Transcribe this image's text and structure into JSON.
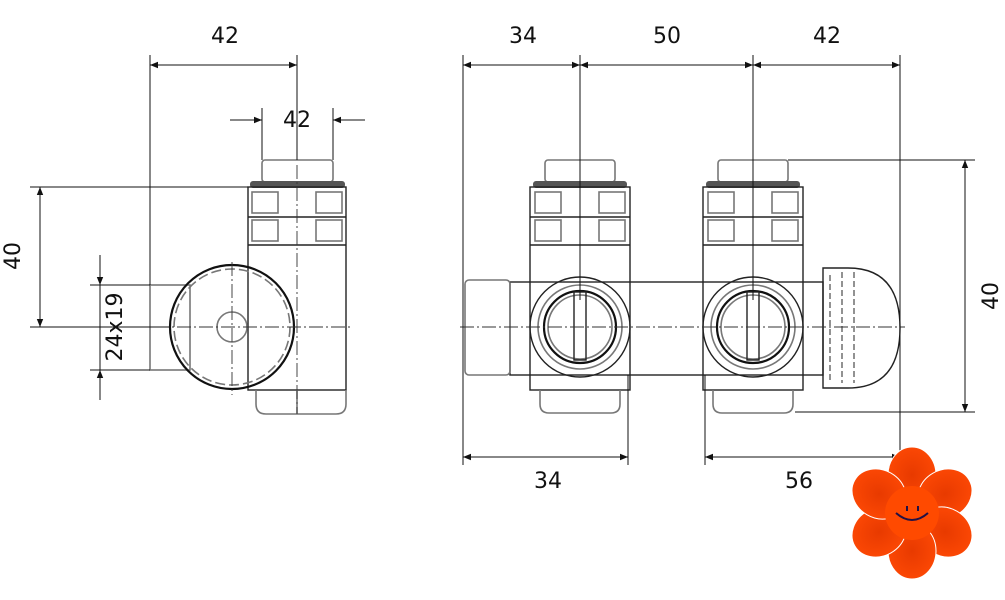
{
  "drawing": {
    "side_view": {
      "dim_top_width": "42",
      "dim_nut_width": "42",
      "dim_height": "40",
      "dim_thread": "24x19"
    },
    "front_view": {
      "dim_top_left": "34",
      "dim_top_center": "50",
      "dim_top_right": "42",
      "dim_right_height": "40",
      "dim_bottom_left": "34",
      "dim_bottom_right": "56"
    }
  },
  "logo": {
    "icon": "smiling-flower-logo",
    "color": "#ff4a00"
  }
}
